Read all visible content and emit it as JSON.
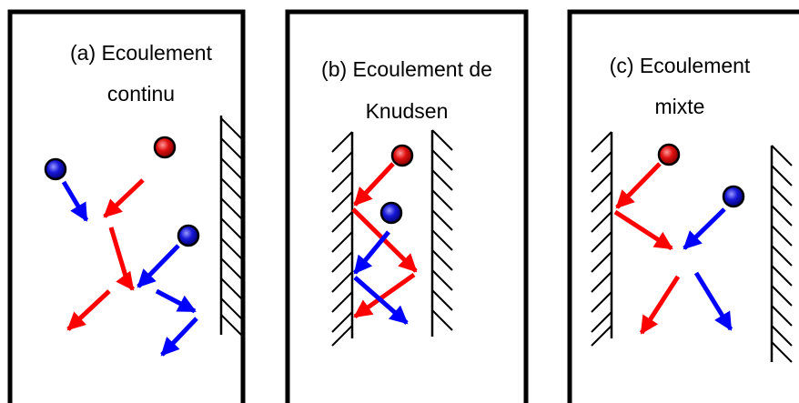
{
  "panels": [
    {
      "title_line1": "(a) Ecoulement",
      "title_line2": "continu"
    },
    {
      "title_line1": "(b) Ecoulement de",
      "title_line2": "Knudsen"
    },
    {
      "title_line1": "(c) Ecoulement",
      "title_line2": "mixte"
    }
  ],
  "colors": {
    "red_molecule": "#ff0000",
    "blue_molecule": "#0000ff",
    "wall": "#000000",
    "frame": "#000000"
  }
}
